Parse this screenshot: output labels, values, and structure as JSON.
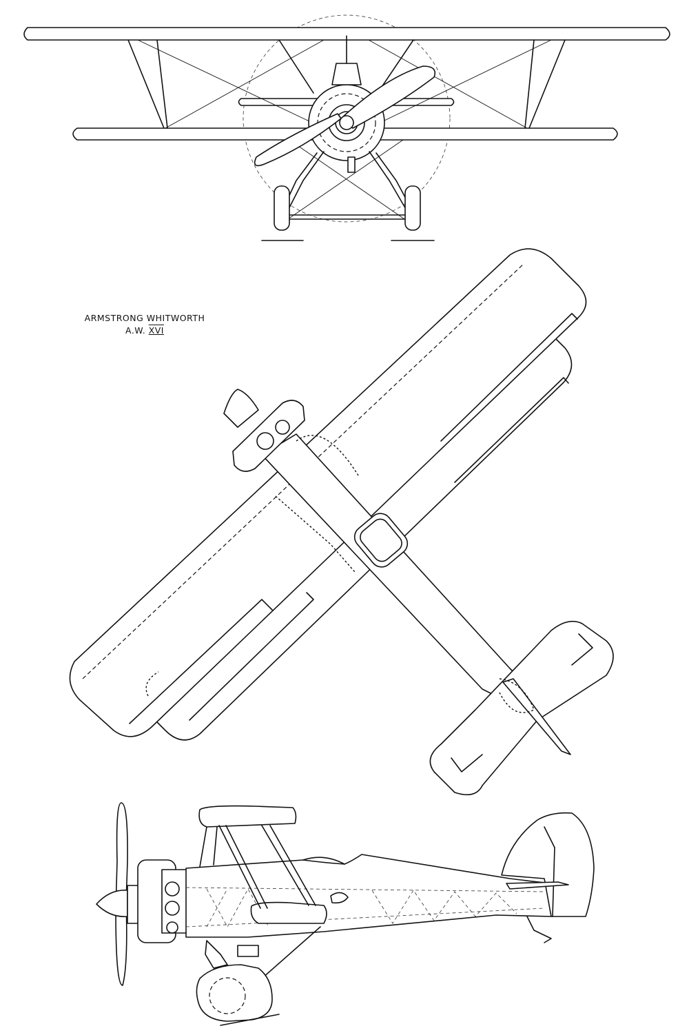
{
  "title": {
    "manufacturer": "ARMSTRONG WHITWORTH",
    "designation_prefix": "A.W.",
    "designation_number": "XVI"
  },
  "views": [
    "front-view",
    "plan-view",
    "side-view"
  ],
  "line_color": "#111111",
  "background_color": "#ffffff"
}
